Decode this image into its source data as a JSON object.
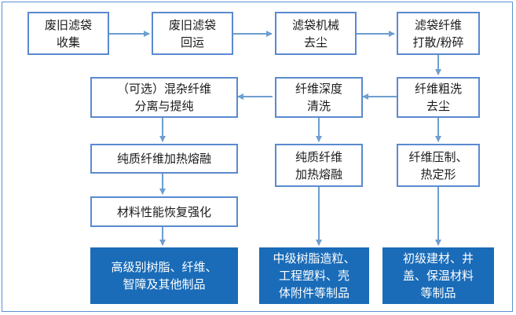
{
  "colors": {
    "box_border": "#5a8ad0",
    "arrow": "#6d9fcf",
    "output_fill": "#1a6cb8",
    "frame": "#5b8fd0"
  },
  "steps": {
    "collect": "废旧滤袋\n收集",
    "transport": "废旧滤袋\n回运",
    "dedust": "滤袋机械\n去尘",
    "shred": "滤袋纤维\n打散/粉碎",
    "rough_wash": "纤维粗洗\n去尘",
    "deep_wash": "纤维深度\n清洗",
    "separate": "（可选）混杂纤维\n分离与提纯",
    "melt_left": "纯质纤维加热熔融",
    "restore": "材料性能恢复强化",
    "melt_mid": "纯质纤维\n加热熔融",
    "press": "纤维压制、\n热定形"
  },
  "outputs": {
    "high": "高级别树脂、纤维、\n智障及其他制品",
    "mid": "中级树脂造粒、\n工程塑料、壳\n体附件等制品",
    "low": "初级建材、井\n盖、保温材料\n等制品"
  }
}
